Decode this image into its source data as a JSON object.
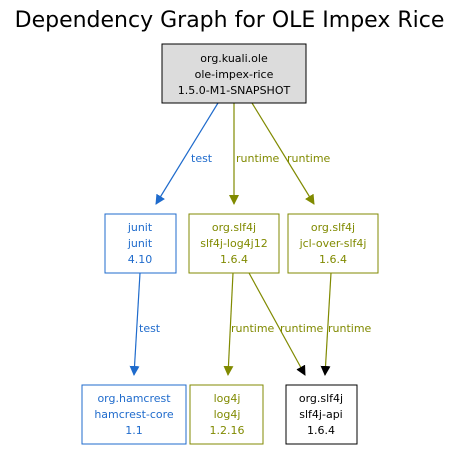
{
  "title": "Dependency Graph for OLE Impex Rice",
  "colors": {
    "root_fill": "#dcdcdc",
    "test": "#1f6bcc",
    "runtime": "#808a00",
    "compile": "#000000"
  },
  "nodes": {
    "root": {
      "group": "org.kuali.ole",
      "artifact": "ole-impex-rice",
      "version": "1.5.0-M1-SNAPSHOT"
    },
    "junit": {
      "group": "junit",
      "artifact": "junit",
      "version": "4.10"
    },
    "slf4j_log4j12": {
      "group": "org.slf4j",
      "artifact": "slf4j-log4j12",
      "version": "1.6.4"
    },
    "jcl_over_slf4j": {
      "group": "org.slf4j",
      "artifact": "jcl-over-slf4j",
      "version": "1.6.4"
    },
    "hamcrest": {
      "group": "org.hamcrest",
      "artifact": "hamcrest-core",
      "version": "1.1"
    },
    "log4j": {
      "group": "log4j",
      "artifact": "log4j",
      "version": "1.2.16"
    },
    "slf4j_api": {
      "group": "org.slf4j",
      "artifact": "slf4j-api",
      "version": "1.6.4"
    }
  },
  "edges": {
    "root_junit": "test",
    "root_log4j12": "runtime",
    "root_jcl": "runtime",
    "junit_hamcrest": "test",
    "log4j12_log4j": "runtime",
    "log4j12_api": "runtime",
    "jcl_api": "runtime"
  }
}
